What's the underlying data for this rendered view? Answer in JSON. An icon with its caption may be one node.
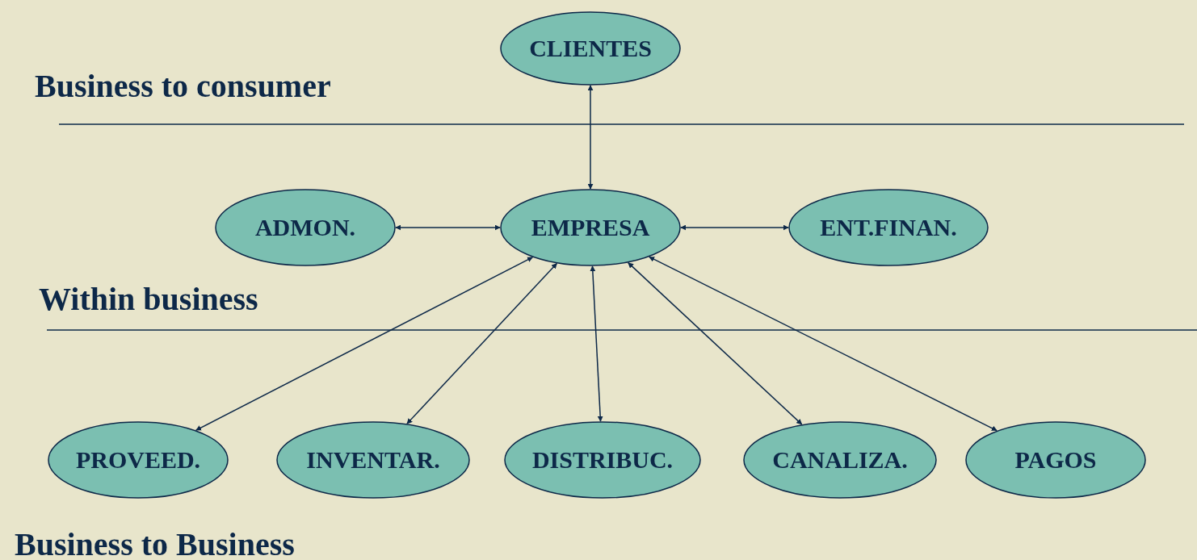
{
  "diagram": {
    "nodes": [
      {
        "text": [
          "CLIENTES"
        ]
      },
      {
        "text": [
          "ADMON."
        ]
      },
      {
        "text": [
          "EMPRESA"
        ]
      },
      {
        "text": [
          "ENT.FINAN."
        ]
      },
      {
        "text": [
          "PROVEED."
        ]
      },
      {
        "text": [
          "INVENTAR."
        ]
      },
      {
        "text": [
          "DISTRIBUC."
        ]
      },
      {
        "text": [
          "CANALIZA."
        ]
      },
      {
        "text": [
          "PAGOS"
        ]
      }
    ],
    "edges": [
      {
        "from": 0,
        "to": 2,
        "arrow": "both"
      },
      {
        "from": 1,
        "to": 2,
        "arrow": "both"
      },
      {
        "from": 2,
        "to": 3,
        "arrow": "both"
      },
      {
        "from": 2,
        "to": 4,
        "arrow": "both"
      },
      {
        "from": 2,
        "to": 5,
        "arrow": "both"
      },
      {
        "from": 2,
        "to": 6,
        "arrow": "both"
      },
      {
        "from": 2,
        "to": 7,
        "arrow": "both"
      },
      {
        "from": 2,
        "to": 8,
        "arrow": "both"
      }
    ],
    "labels": [
      "Business to consumer",
      "Within business",
      "Business to Business"
    ]
  }
}
